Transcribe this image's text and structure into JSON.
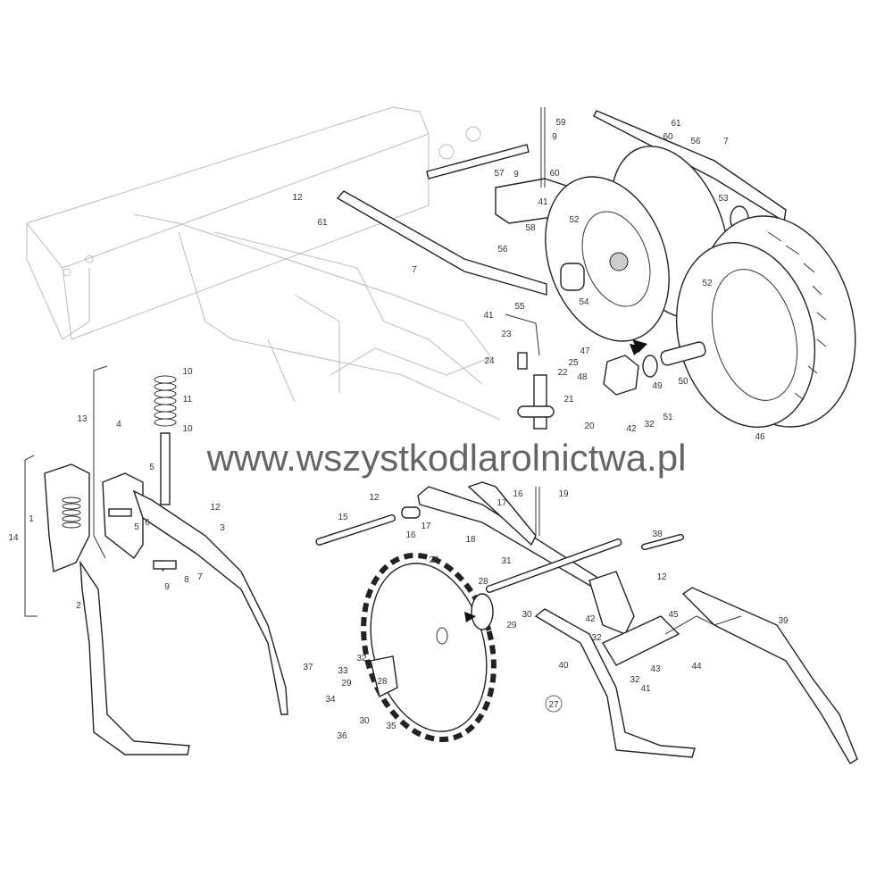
{
  "watermark": "www.wszystkodlarolnictwa.pl",
  "callouts": [
    "59",
    "61",
    "60",
    "56",
    "7",
    "9",
    "60",
    "57",
    "9",
    "12",
    "61",
    "41",
    "58",
    "53",
    "52",
    "56",
    "7",
    "52",
    "54",
    "41",
    "55",
    "23",
    "47",
    "25",
    "22",
    "24",
    "48",
    "49",
    "50",
    "21",
    "51",
    "42",
    "32",
    "46",
    "20",
    "10",
    "11",
    "10",
    "13",
    "4",
    "5",
    "12",
    "1",
    "6",
    "5",
    "3",
    "14",
    "9",
    "8",
    "7",
    "2",
    "12",
    "19",
    "16",
    "17",
    "15",
    "16",
    "17",
    "18",
    "38",
    "12",
    "26",
    "31",
    "28",
    "42",
    "45",
    "30",
    "29",
    "39",
    "32",
    "40",
    "43",
    "44",
    "32",
    "41",
    "37",
    "33",
    "32",
    "29",
    "34",
    "28",
    "30",
    "35",
    "36",
    "27"
  ]
}
